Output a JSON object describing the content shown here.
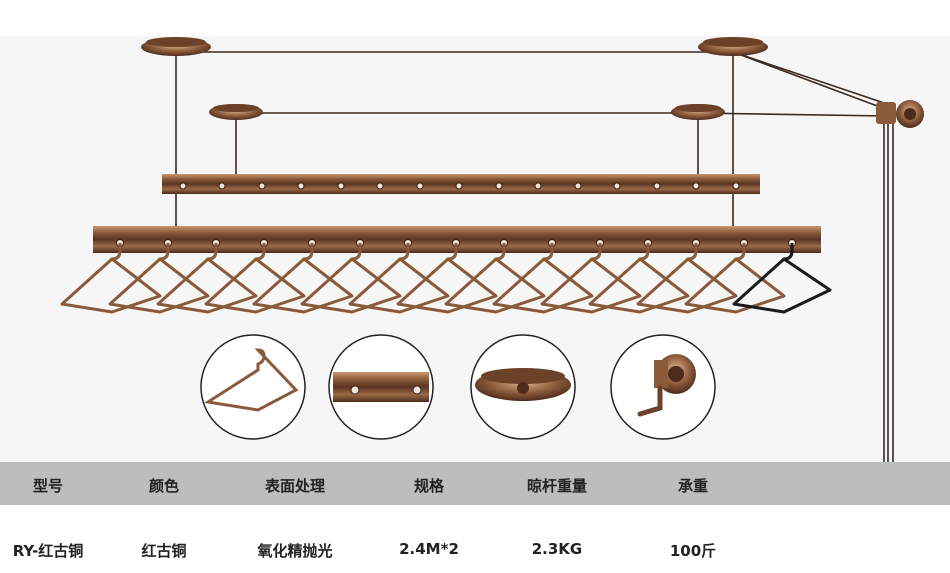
{
  "colors": {
    "copper": "#8a5a3a",
    "copper_light": "#c9986e",
    "copper_dark": "#4d2c1c",
    "header_bg": "#bdbdbd"
  },
  "specs": {
    "headers": [
      "型号",
      "颜色",
      "表面处理",
      "规格",
      "晾杆重量",
      "承重"
    ],
    "values": [
      "RY-红古铜",
      "红古铜",
      "氧化精抛光",
      "2.4M*2",
      "2.3KG",
      "100斤"
    ]
  },
  "details": [
    {
      "icon": "hanger-icon"
    },
    {
      "icon": "rail-icon"
    },
    {
      "icon": "ceiling-mount-icon"
    },
    {
      "icon": "crank-icon"
    }
  ]
}
